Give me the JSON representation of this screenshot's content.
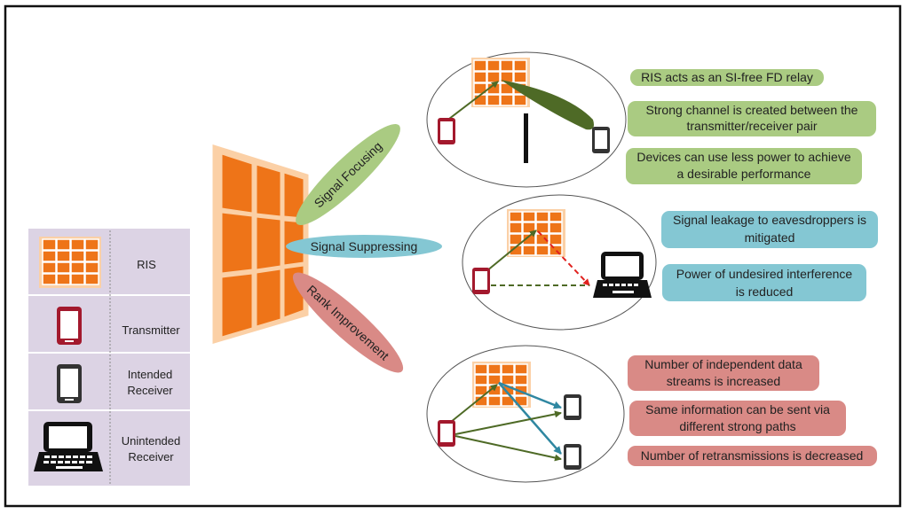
{
  "legend": {
    "items": [
      {
        "label": "RIS",
        "icon": "ris-icon"
      },
      {
        "label": "Transmitter",
        "icon": "transmitter-phone-icon"
      },
      {
        "label": "Intended Receiver",
        "icon": "intended-receiver-phone-icon"
      },
      {
        "label": "Unintended Receiver",
        "icon": "laptop-icon"
      }
    ]
  },
  "beams": {
    "focusing": "Signal Focusing",
    "suppressing": "Signal Suppressing",
    "rank": "Rank Improvement"
  },
  "notes": {
    "focusing": [
      "RIS acts as an SI-free FD relay",
      "Strong channel is created between the transmitter/receiver pair",
      "Devices can use less power to achieve a desirable performance"
    ],
    "suppressing": [
      "Signal leakage to eavesdroppers is mitigated",
      "Power of undesired interference is reduced"
    ],
    "rank": [
      "Number of independent data streams is increased",
      "Same information can be sent via different strong paths",
      "Number of retransmissions is decreased"
    ]
  },
  "colors": {
    "ris_orange": "#ee7418",
    "ris_light": "#fbd0a6",
    "focus_green": "#aacb82",
    "focus_dark": "#4e6a26",
    "suppress_blue": "#84c7d3",
    "rank_red": "#d98a86",
    "transmitter_red": "#a3192d",
    "arrow_teal": "#2f87a1",
    "dash_red": "#e0221f"
  }
}
